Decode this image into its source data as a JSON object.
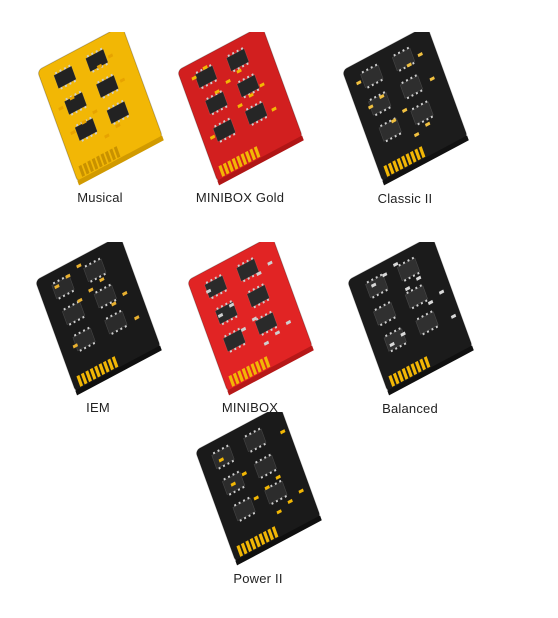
{
  "modules": [
    {
      "label": "Musical",
      "pcb_color": "#f2b705",
      "edge": "#d19a00",
      "chip": "#222222",
      "pad": "#c89100",
      "accent": "#e7a300"
    },
    {
      "label": "MINIBOX Gold",
      "pcb_color": "#d21f1f",
      "edge": "#b01515",
      "chip": "#262626",
      "pad": "#f2b705",
      "accent": "#f2b705"
    },
    {
      "label": "Classic II",
      "pcb_color": "#1c1c1c",
      "edge": "#111111",
      "chip": "#2e2e2e",
      "pad": "#f2b705",
      "accent": "#f0c040"
    },
    {
      "label": "IEM",
      "pcb_color": "#1a1a1a",
      "edge": "#0f0f0f",
      "chip": "#2b2b2b",
      "pad": "#f2b705",
      "accent": "#e8b030"
    },
    {
      "label": "MINIBOX",
      "pcb_color": "#e12424",
      "edge": "#b61818",
      "chip": "#2a2a2a",
      "pad": "#f2b705",
      "accent": "#cfcfcf"
    },
    {
      "label": "Balanced",
      "pcb_color": "#1b1b1b",
      "edge": "#101010",
      "chip": "#303030",
      "pad": "#f2b705",
      "accent": "#d9d9d9"
    },
    {
      "label": "Power II",
      "pcb_color": "#1a1a1a",
      "edge": "#0f0f0f",
      "chip": "#2c2c2c",
      "pad": "#f2b705",
      "accent": "#f2b705"
    }
  ]
}
